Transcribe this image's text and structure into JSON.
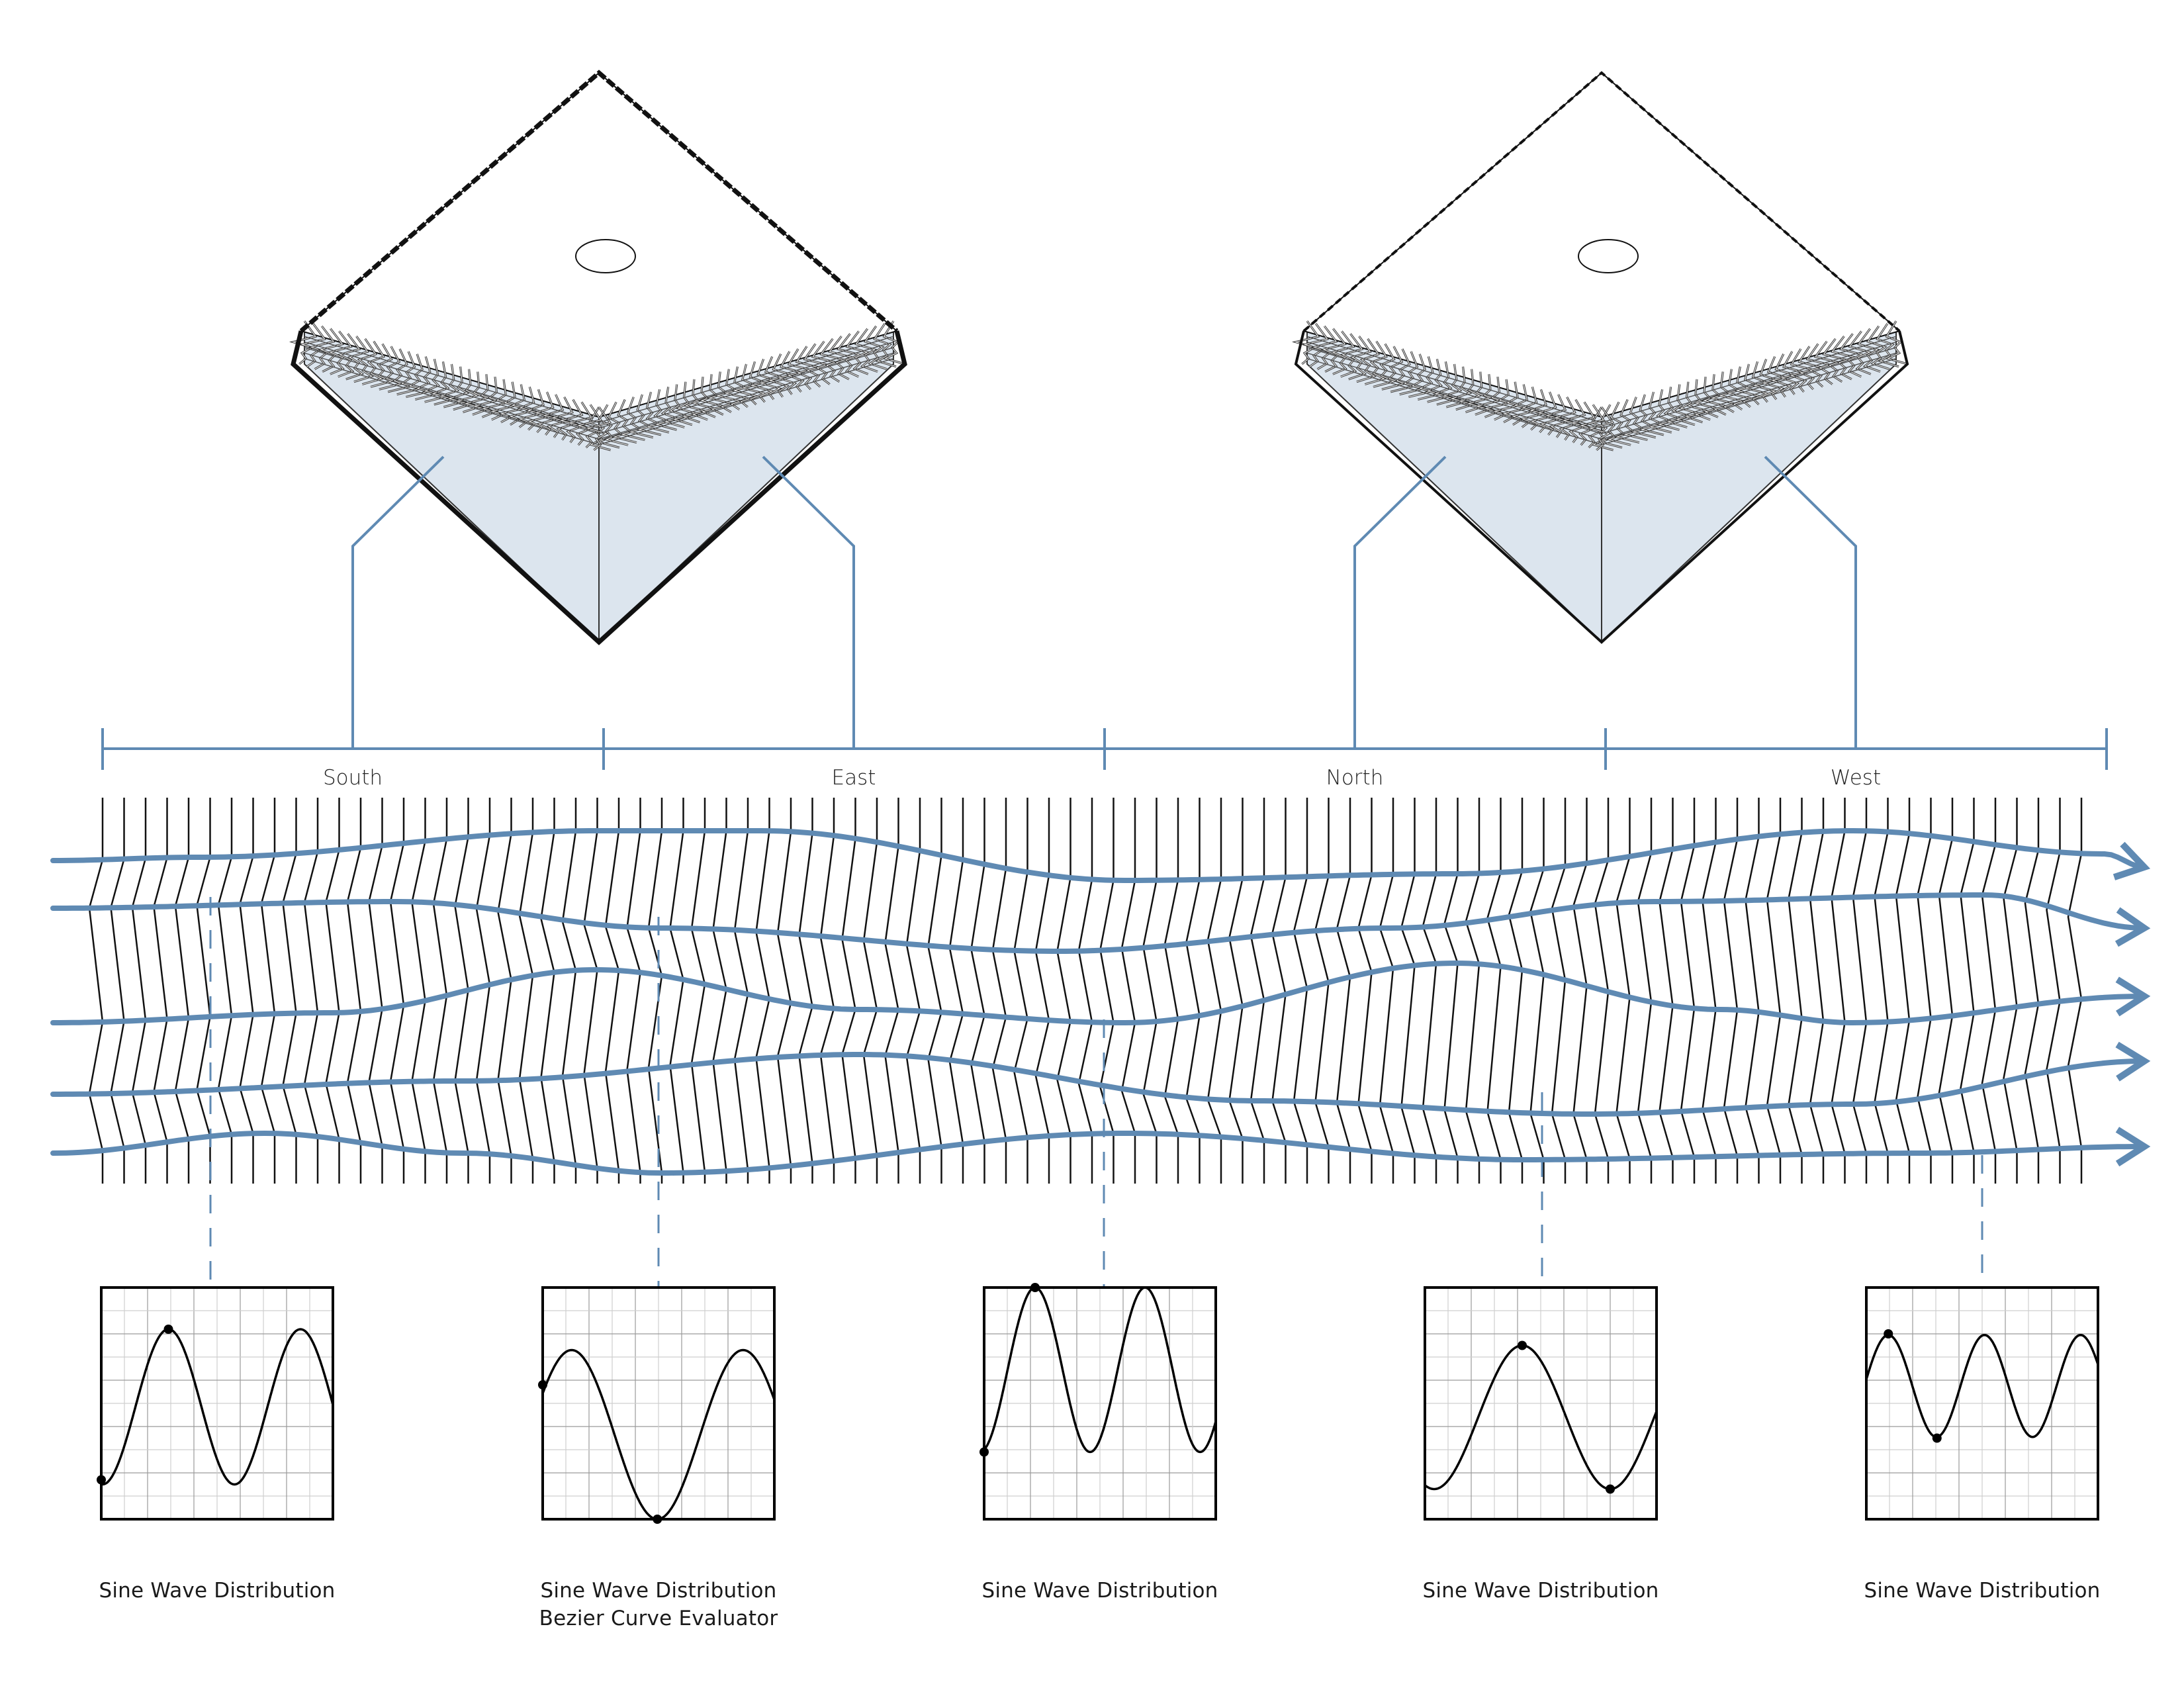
{
  "colors": {
    "accent_blue": "#5f8ab3",
    "ink": "#111111",
    "panel_fill": "#dce5ee",
    "grid": "#b8b8b8"
  },
  "buildings": [
    {
      "name": "building-a",
      "style": "heavy outline"
    },
    {
      "name": "building-b",
      "style": "light outline"
    }
  ],
  "orientation_ruler": {
    "segments": [
      {
        "label": "South"
      },
      {
        "label": "East"
      },
      {
        "label": "North"
      },
      {
        "label": "West"
      }
    ]
  },
  "flow_field": {
    "fin_count": 93,
    "curve_count": 5,
    "arrow_icon": "chevron-right-arrow"
  },
  "chart_data": [
    {
      "type": "line",
      "title": "Sine Wave Distribution",
      "caption_lines": [
        "Sine Wave Distribution"
      ],
      "xlim": [
        0,
        10
      ],
      "ylim": [
        0,
        10
      ],
      "grid": true,
      "function": {
        "mid": 4.85,
        "amp": 3.35,
        "period": 5.7,
        "peak_x": 2.9
      },
      "markers": [
        {
          "x": 0,
          "y": 1.7
        },
        {
          "x": 2.9,
          "y": 8.2
        }
      ]
    },
    {
      "type": "line",
      "title": "Sine Wave Distribution / Bezier Curve Evaluator",
      "caption_lines": [
        "Sine Wave Distribution",
        "Bezier Curve Evaluator"
      ],
      "xlim": [
        0,
        10
      ],
      "ylim": [
        0,
        10
      ],
      "grid": true,
      "function": {
        "mid": 3.65,
        "amp": 3.65,
        "period": 7.4,
        "peak_x": 1.25
      },
      "markers": [
        {
          "x": 0,
          "y": 5.8
        },
        {
          "x": 4.95,
          "y": 0
        }
      ]
    },
    {
      "type": "line",
      "title": "Sine Wave Distribution",
      "caption_lines": [
        "Sine Wave Distribution"
      ],
      "xlim": [
        0,
        10
      ],
      "ylim": [
        0,
        10
      ],
      "grid": true,
      "function": {
        "mid": 6.45,
        "amp": 3.55,
        "period": 4.75,
        "peak_x": 2.2
      },
      "markers": [
        {
          "x": 0,
          "y": 2.9
        },
        {
          "x": 2.2,
          "y": 10
        }
      ]
    },
    {
      "type": "line",
      "title": "Sine Wave Distribution",
      "caption_lines": [
        "Sine Wave Distribution"
      ],
      "xlim": [
        0,
        10
      ],
      "ylim": [
        0,
        10
      ],
      "grid": true,
      "function": {
        "mid": 4.4,
        "amp": 3.1,
        "period": 7.6,
        "peak_x": 4.2
      },
      "markers": [
        {
          "x": 4.2,
          "y": 7.5
        },
        {
          "x": 8.0,
          "y": 1.3
        }
      ]
    },
    {
      "type": "line",
      "title": "Sine Wave Distribution",
      "caption_lines": [
        "Sine Wave Distribution"
      ],
      "xlim": [
        0,
        10
      ],
      "ylim": [
        0,
        10
      ],
      "grid": true,
      "function": {
        "mid": 5.75,
        "amp": 2.2,
        "period": 4.15,
        "peak_x": 0.95
      },
      "markers": [
        {
          "x": 0.95,
          "y": 8.0
        },
        {
          "x": 3.05,
          "y": 3.5
        }
      ]
    }
  ]
}
